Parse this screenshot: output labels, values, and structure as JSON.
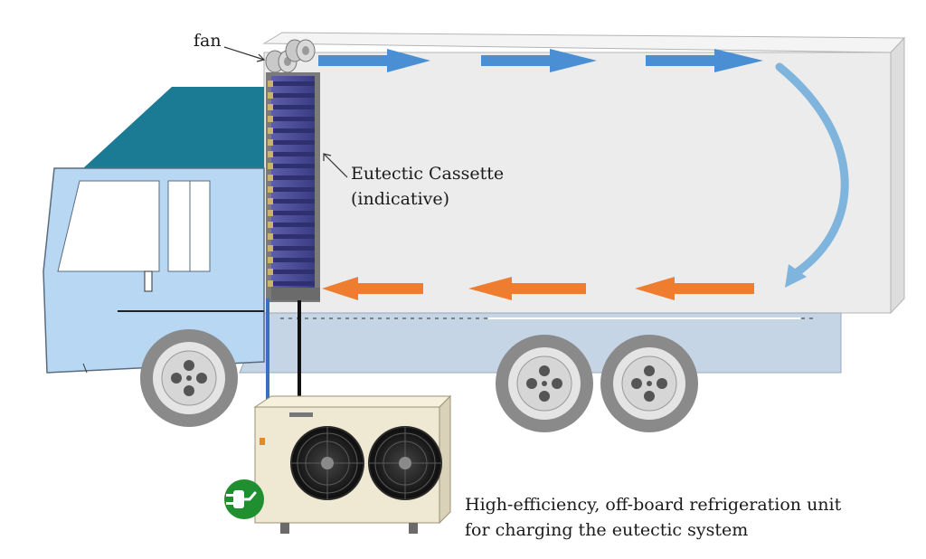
{
  "labels": {
    "fan": "fan",
    "cassette_line1": "Eutectic Cassette",
    "cassette_line2": "(indicative)",
    "unit_line1": "High-efficiency, off-board refrigeration unit",
    "unit_line2": "for charging the eutectic system"
  },
  "colors": {
    "cab_body": "#b7d7f2",
    "cab_roof": "#1b7a94",
    "container": "#ececec",
    "chassis": "#c5d5e6",
    "airflow_cold": "#4a8fd4",
    "airflow_warm": "#ee7d2f",
    "return_arc": "#7fb4dc",
    "cassette_plate": "#4a4c9a",
    "unit_body": "#efe8d2",
    "plug_badge": "#1f8f2f",
    "pipe_blue": "#3c6fc1",
    "pipe_black": "#111111"
  },
  "icons": [
    "fan-icon",
    "plug-icon",
    "airflow-arrow-icon",
    "return-arc-icon"
  ]
}
